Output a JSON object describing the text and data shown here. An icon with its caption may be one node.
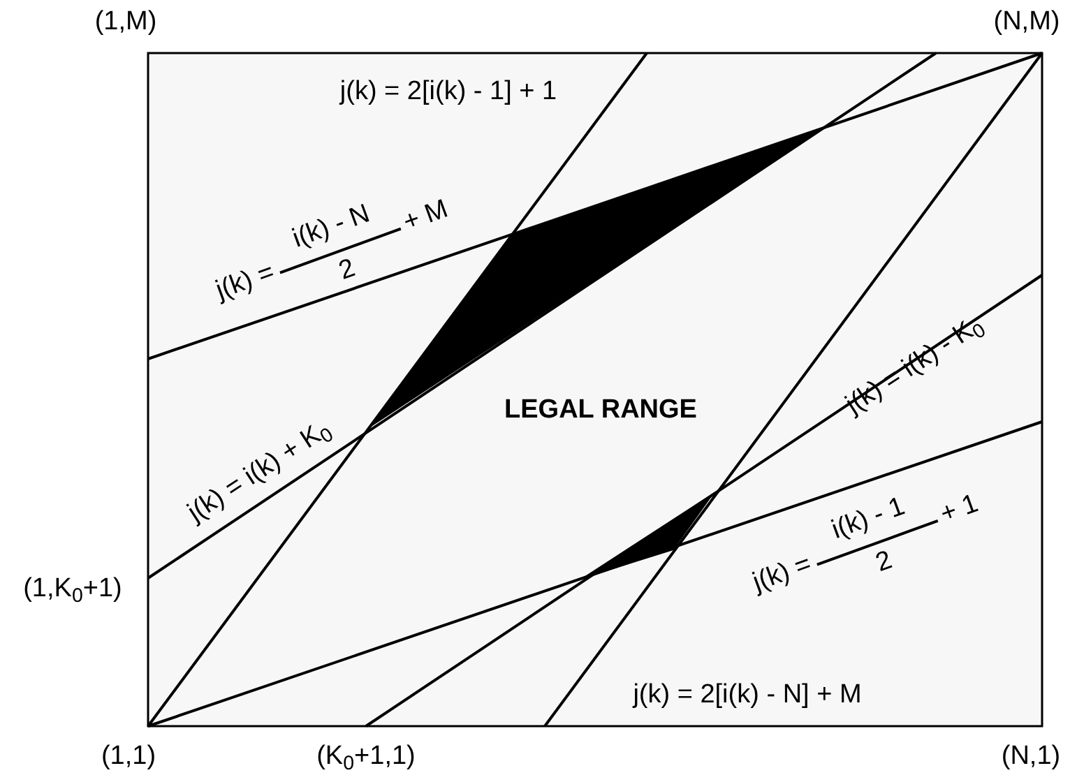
{
  "diagram": {
    "labels": [
      "(1,M)",
      "(N,M)",
      "j(k) = 2[i(k) - 1] + 1",
      "j(k) =",
      "i(k) - N",
      "2",
      "+ M",
      "LEGAL RANGE",
      "j(k) = i(k) - K$_{0}$",
      "j(k) = i(k) + K$_{0}$",
      "j(k) =",
      "i(k) - 1",
      "2",
      "+ 1",
      "(1,K$_{0}$+1)",
      "j(k) = 2[i(k) - N] + M",
      "(1,1)",
      "(K$_{0}$+1,1)",
      "(N,1)"
    ]
  }
}
